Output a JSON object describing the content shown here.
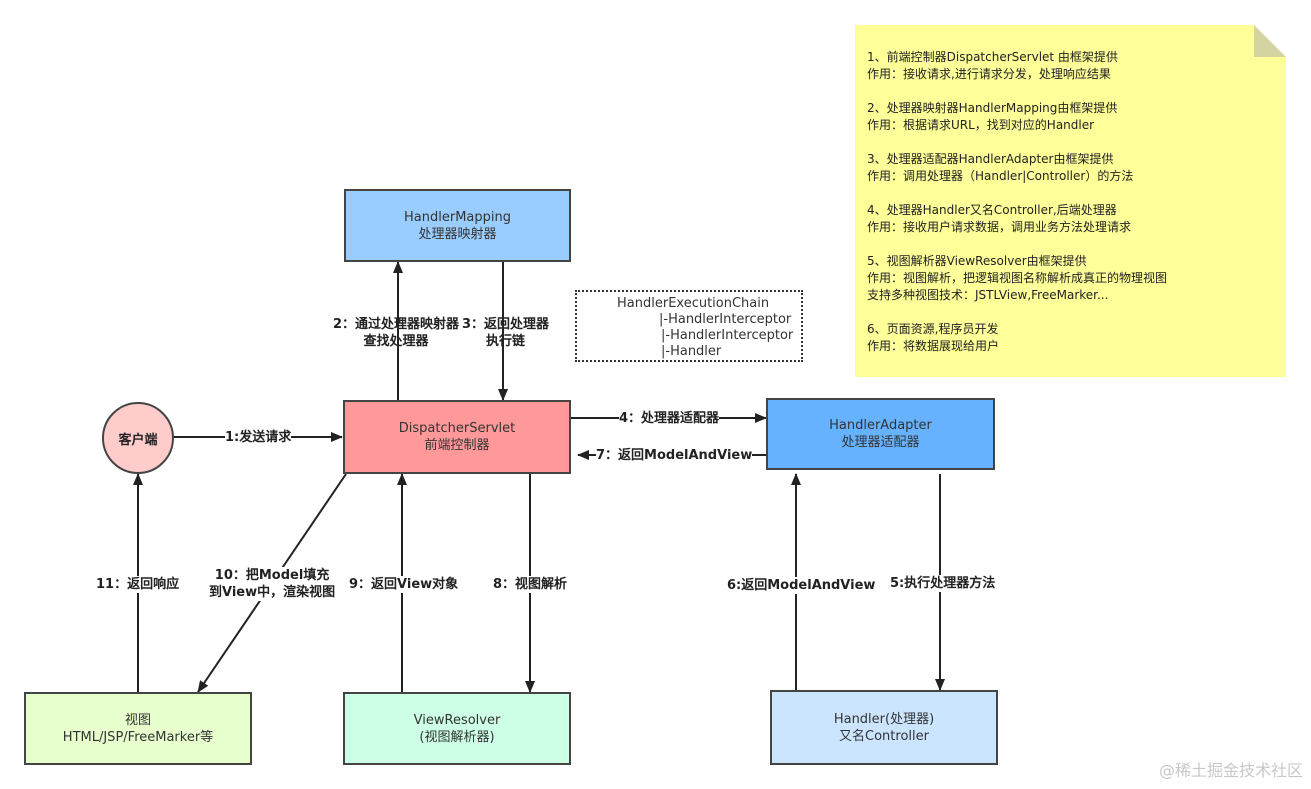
{
  "nodes": {
    "handler_mapping": {
      "line1": "HandlerMapping",
      "line2": "处理器映射器",
      "color": "#99ccff"
    },
    "dispatcher": {
      "line1": "DispatcherServlet",
      "line2": "前端控制器",
      "color": "#ff9999"
    },
    "handler_adapter": {
      "line1": "HandlerAdapter",
      "line2": "处理器适配器",
      "color": "#66b2ff"
    },
    "client": {
      "label": "客户端",
      "color": "#ffcccc"
    },
    "view": {
      "line1": "视图",
      "line2": "HTML/JSP/FreeMarker等",
      "color": "#e6ffcc"
    },
    "view_resolver": {
      "line1": "ViewResolver",
      "line2": "(视图解析器)",
      "color": "#ccffe6"
    },
    "handler": {
      "line1": "Handler(处理器)",
      "line2": "又名Controller",
      "color": "#cce5ff"
    }
  },
  "chain": {
    "title": "HandlerExecutionChain",
    "items": [
      "|-HandlerInterceptor",
      "|-HandlerInterceptor",
      "|-Handler"
    ]
  },
  "edges": {
    "e1": "1:发送请求",
    "e2_line1": "2：通过处理器映射器",
    "e2_line2": "查找处理器",
    "e3_line1": "3：返回处理器",
    "e3_line2": "执行链",
    "e4": "4：处理器适配器",
    "e5": "5:执行处理器方法",
    "e6": "6:返回ModelAndView",
    "e7": "7：返回ModelAndView",
    "e8": "8：视图解析",
    "e9": "9：返回View对象",
    "e10_line1": "10：把Model填充",
    "e10_line2": "到View中，渲染视图",
    "e11": "11：返回响应"
  },
  "note": {
    "lines": [
      "1、前端控制器DispatcherServlet 由框架提供",
      "作用：接收请求,进行请求分发，处理响应结果",
      "",
      "2、处理器映射器HandlerMapping由框架提供",
      "作用：根据请求URL，找到对应的Handler",
      "",
      "3、处理器适配器HandlerAdapter由框架提供",
      "作用：调用处理器（Handler|Controller）的方法",
      "",
      "4、处理器Handler又名Controller,后端处理器",
      "作用：接收用户请求数据，调用业务方法处理请求",
      "",
      "5、视图解析器ViewResolver由框架提供",
      "作用：视图解析，把逻辑视图名称解析成真正的物理视图",
      "支持多种视图技术：JSTLView,FreeMarker...",
      "",
      "6、页面资源,程序员开发",
      "作用：将数据展现给用户"
    ]
  },
  "watermark": "@稀土掘金技术社区"
}
